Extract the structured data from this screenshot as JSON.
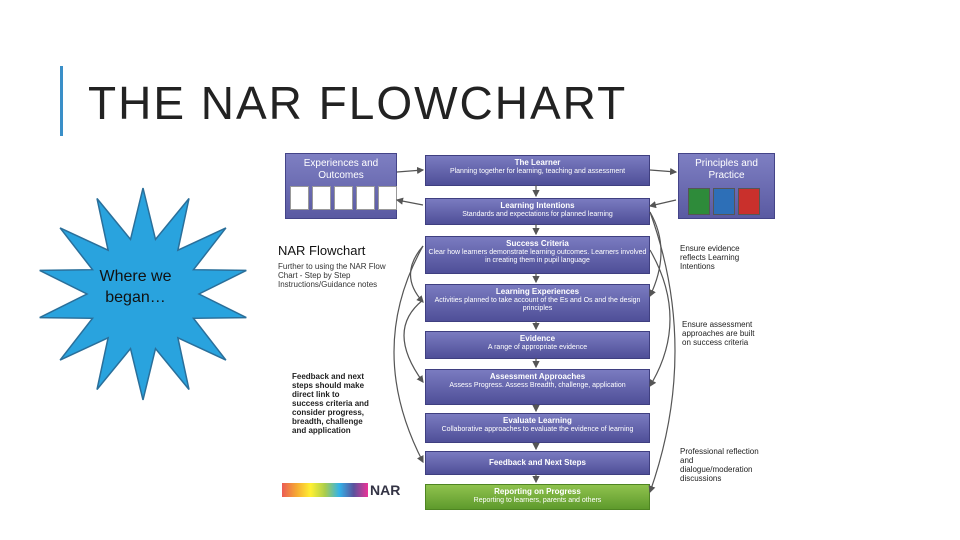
{
  "slide": {
    "title": "THE NAR FLOWCHART"
  },
  "callout": {
    "text": "Where we began…"
  },
  "colors": {
    "accent": "#3a8fc8",
    "star": "#29a3de",
    "flow_box": "#5b5ba8",
    "reporting_box": "#72ad38"
  },
  "flowchart": {
    "left_box": {
      "title": "Experiences and Outcomes"
    },
    "right_box": {
      "title": "Principles and Practice"
    },
    "nar_heading": "NAR Flowchart",
    "nar_subtext": "Further to using the NAR Flow Chart - Step by Step Instructions/Guidance notes",
    "steps": [
      {
        "title": "The Learner",
        "desc": "Planning together for learning, teaching and assessment"
      },
      {
        "title": "Learning Intentions",
        "desc": "Standards and expectations for planned learning"
      },
      {
        "title": "Success Criteria",
        "desc": "Clear how learners demonstrate learning outcomes. Learners involved in creating them in pupil language"
      },
      {
        "title": "Learning Experiences",
        "desc": "Activities planned to take account of the Es and Os and the design principles"
      },
      {
        "title": "Evidence",
        "desc": "A range of appropriate evidence"
      },
      {
        "title": "Assessment Approaches",
        "desc": "Assess Progress. Assess Breadth, challenge, application"
      },
      {
        "title": "Evaluate Learning",
        "desc": "Collaborative approaches to evaluate the evidence of learning"
      },
      {
        "title": "Feedback and Next Steps",
        "desc": ""
      },
      {
        "title": "Reporting on Progress",
        "desc": "Reporting to learners, parents and others"
      }
    ],
    "notes": {
      "ensure_evidence": "Ensure evidence reflects Learning Intentions",
      "ensure_assessment": "Ensure assessment approaches are built on success criteria",
      "feedback": "Feedback and next steps should make direct link to success criteria and consider progress, breadth, challenge and application",
      "professional": "Professional reflection and dialogue/moderation discussions"
    },
    "logo_text": "NAR"
  }
}
